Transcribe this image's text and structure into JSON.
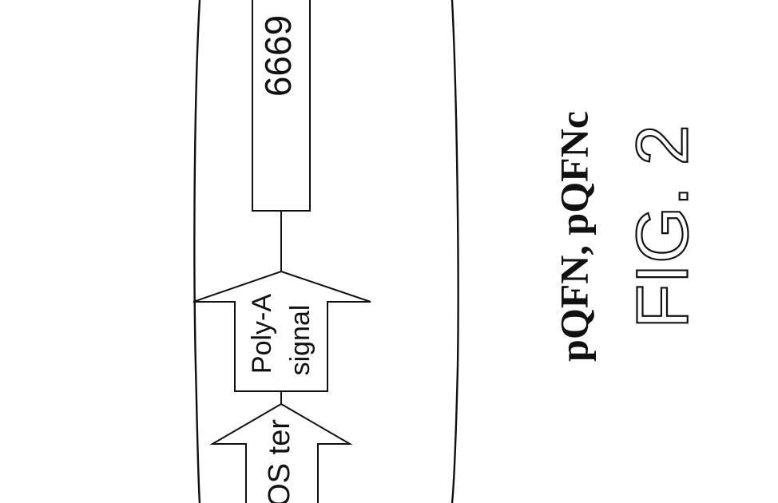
{
  "diagram": {
    "box_label": "6669",
    "arrow_polya_line1": "Poly-A",
    "arrow_polya_line2": "signal",
    "arrow_ter_label": "OS ter",
    "plasmid_names": "pQFN, pQFNc",
    "figure_label": "FIG. 2"
  }
}
